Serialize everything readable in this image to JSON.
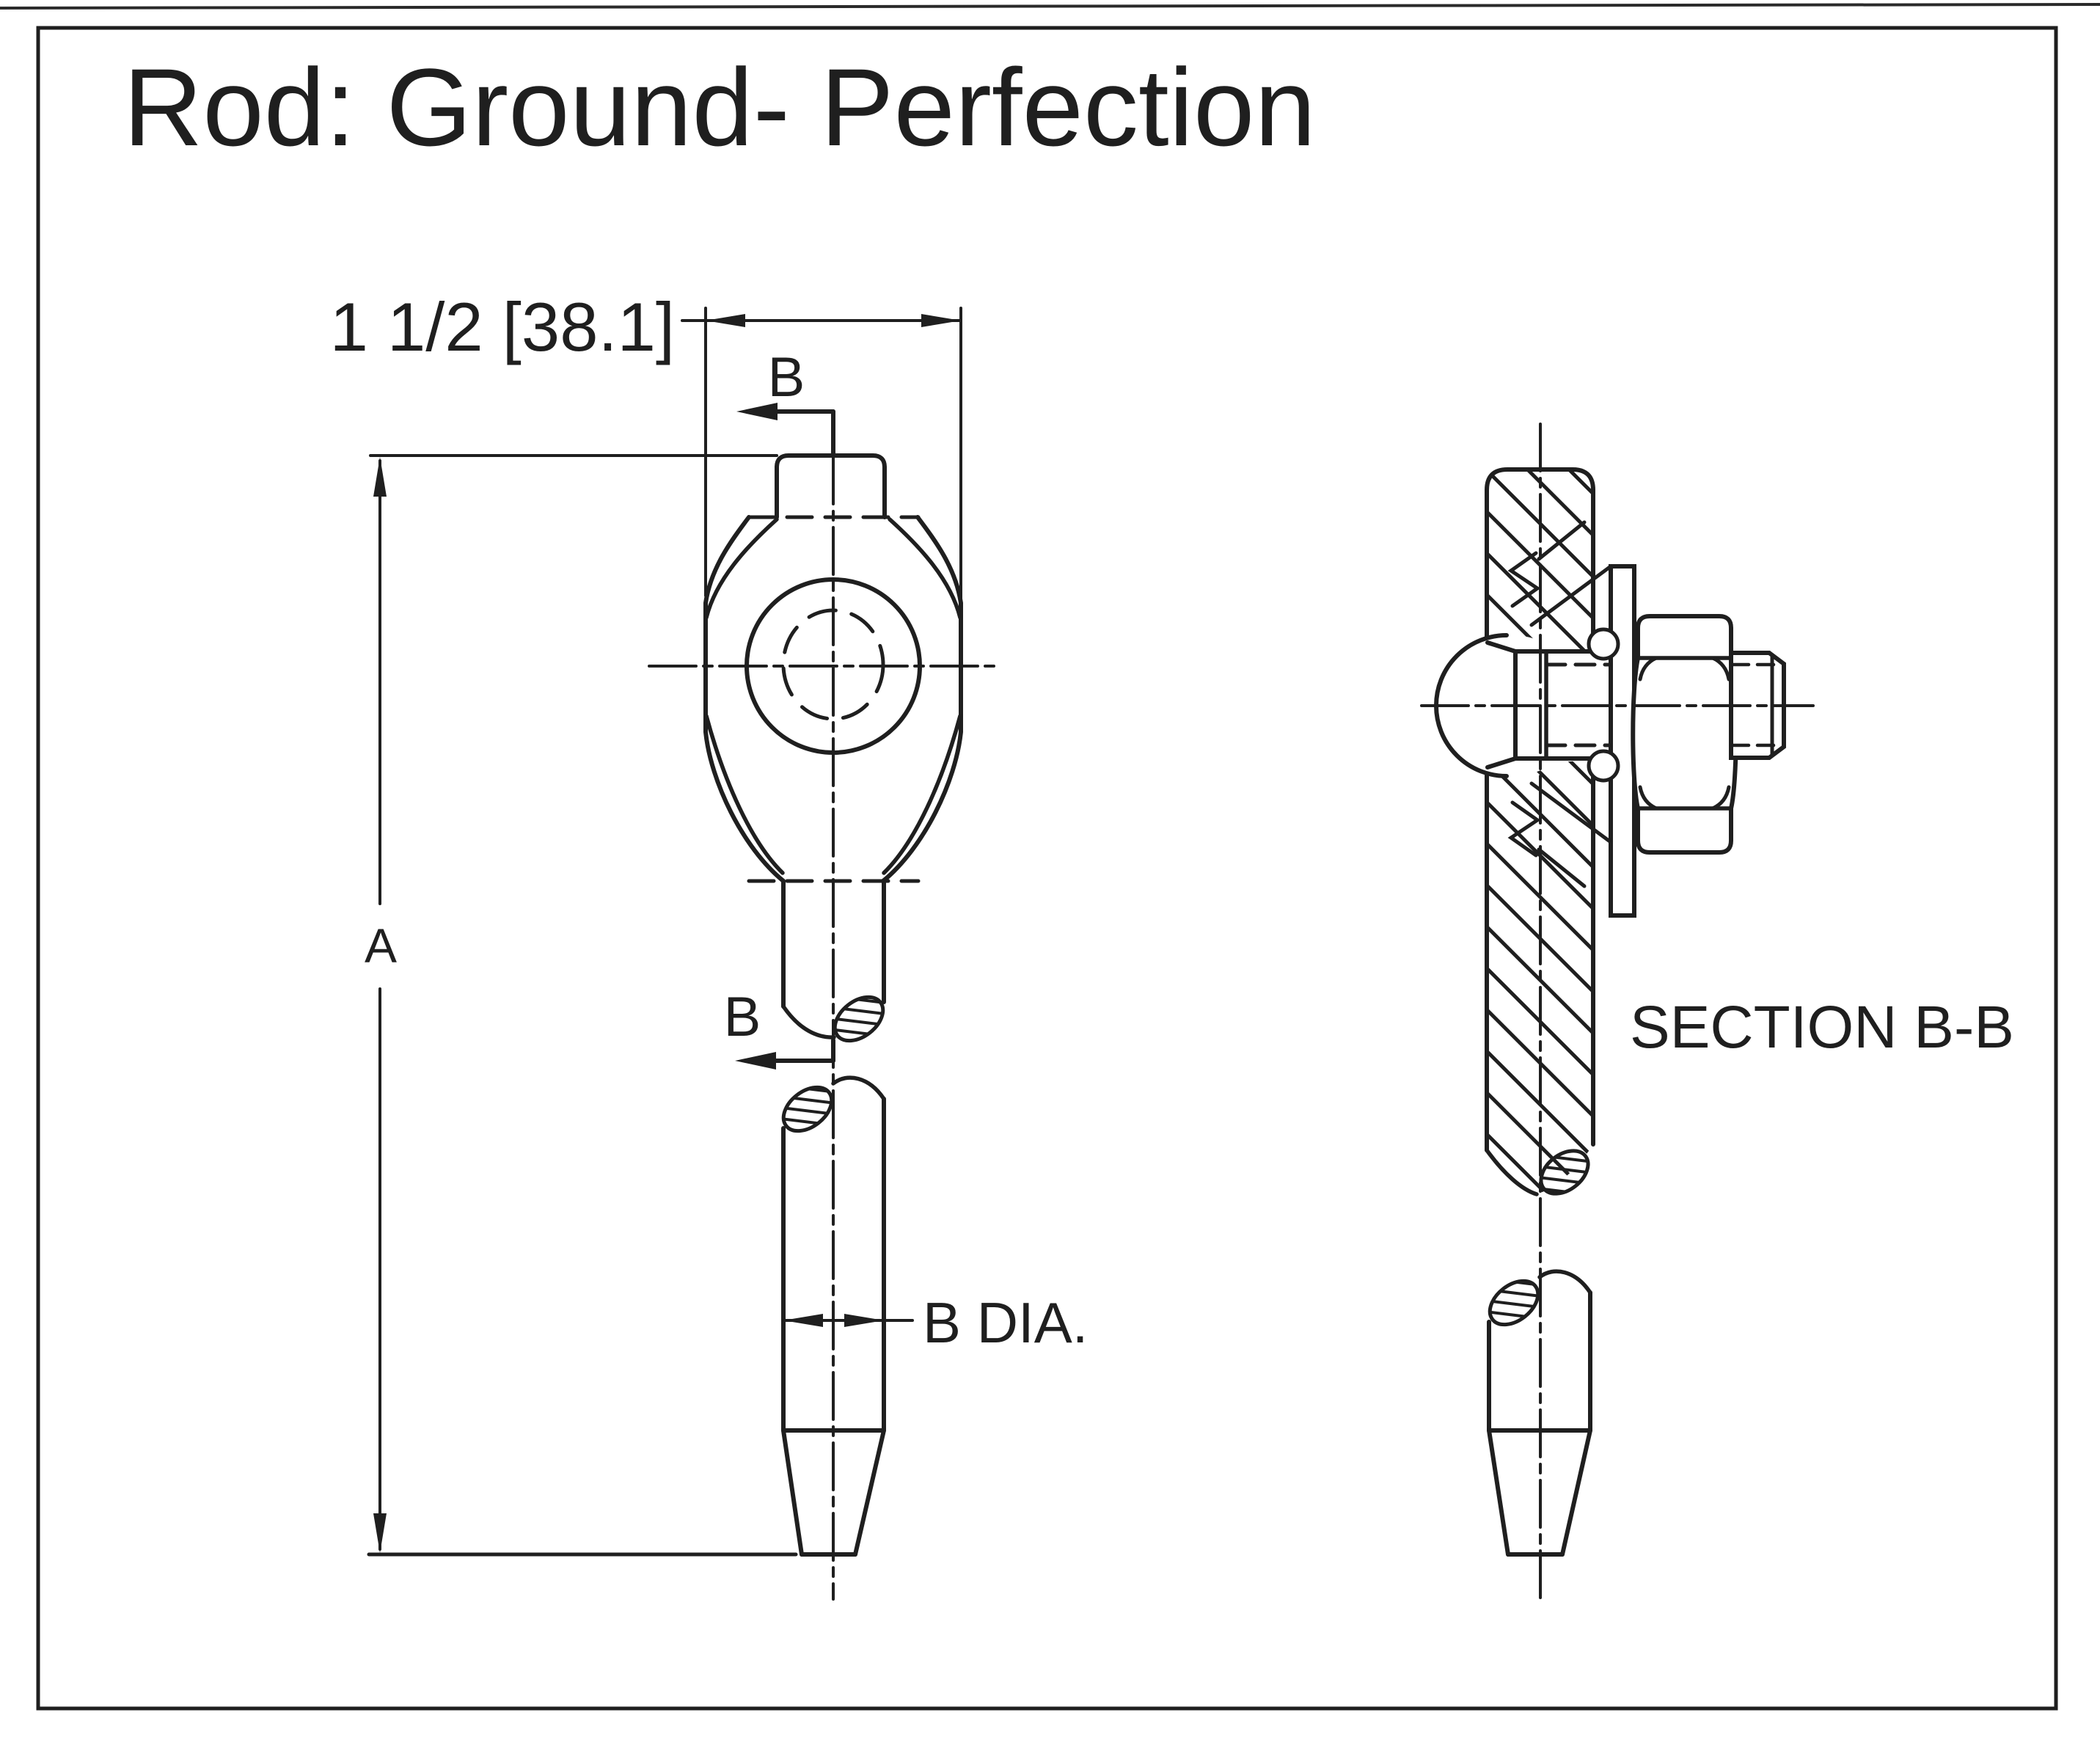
{
  "page": {
    "title": "Rod: Ground- Perfection"
  },
  "colors": {
    "ink": "#1f1f1f",
    "paper": "#ffffff"
  },
  "front_view": {
    "width_dimension": "1 1/2 [38.1]",
    "length_dimension_label": "A",
    "diameter_dimension_label": "B DIA.",
    "cutting_plane_label_top": "B",
    "cutting_plane_label_bottom": "B"
  },
  "section_view": {
    "caption": "SECTION B-B"
  }
}
